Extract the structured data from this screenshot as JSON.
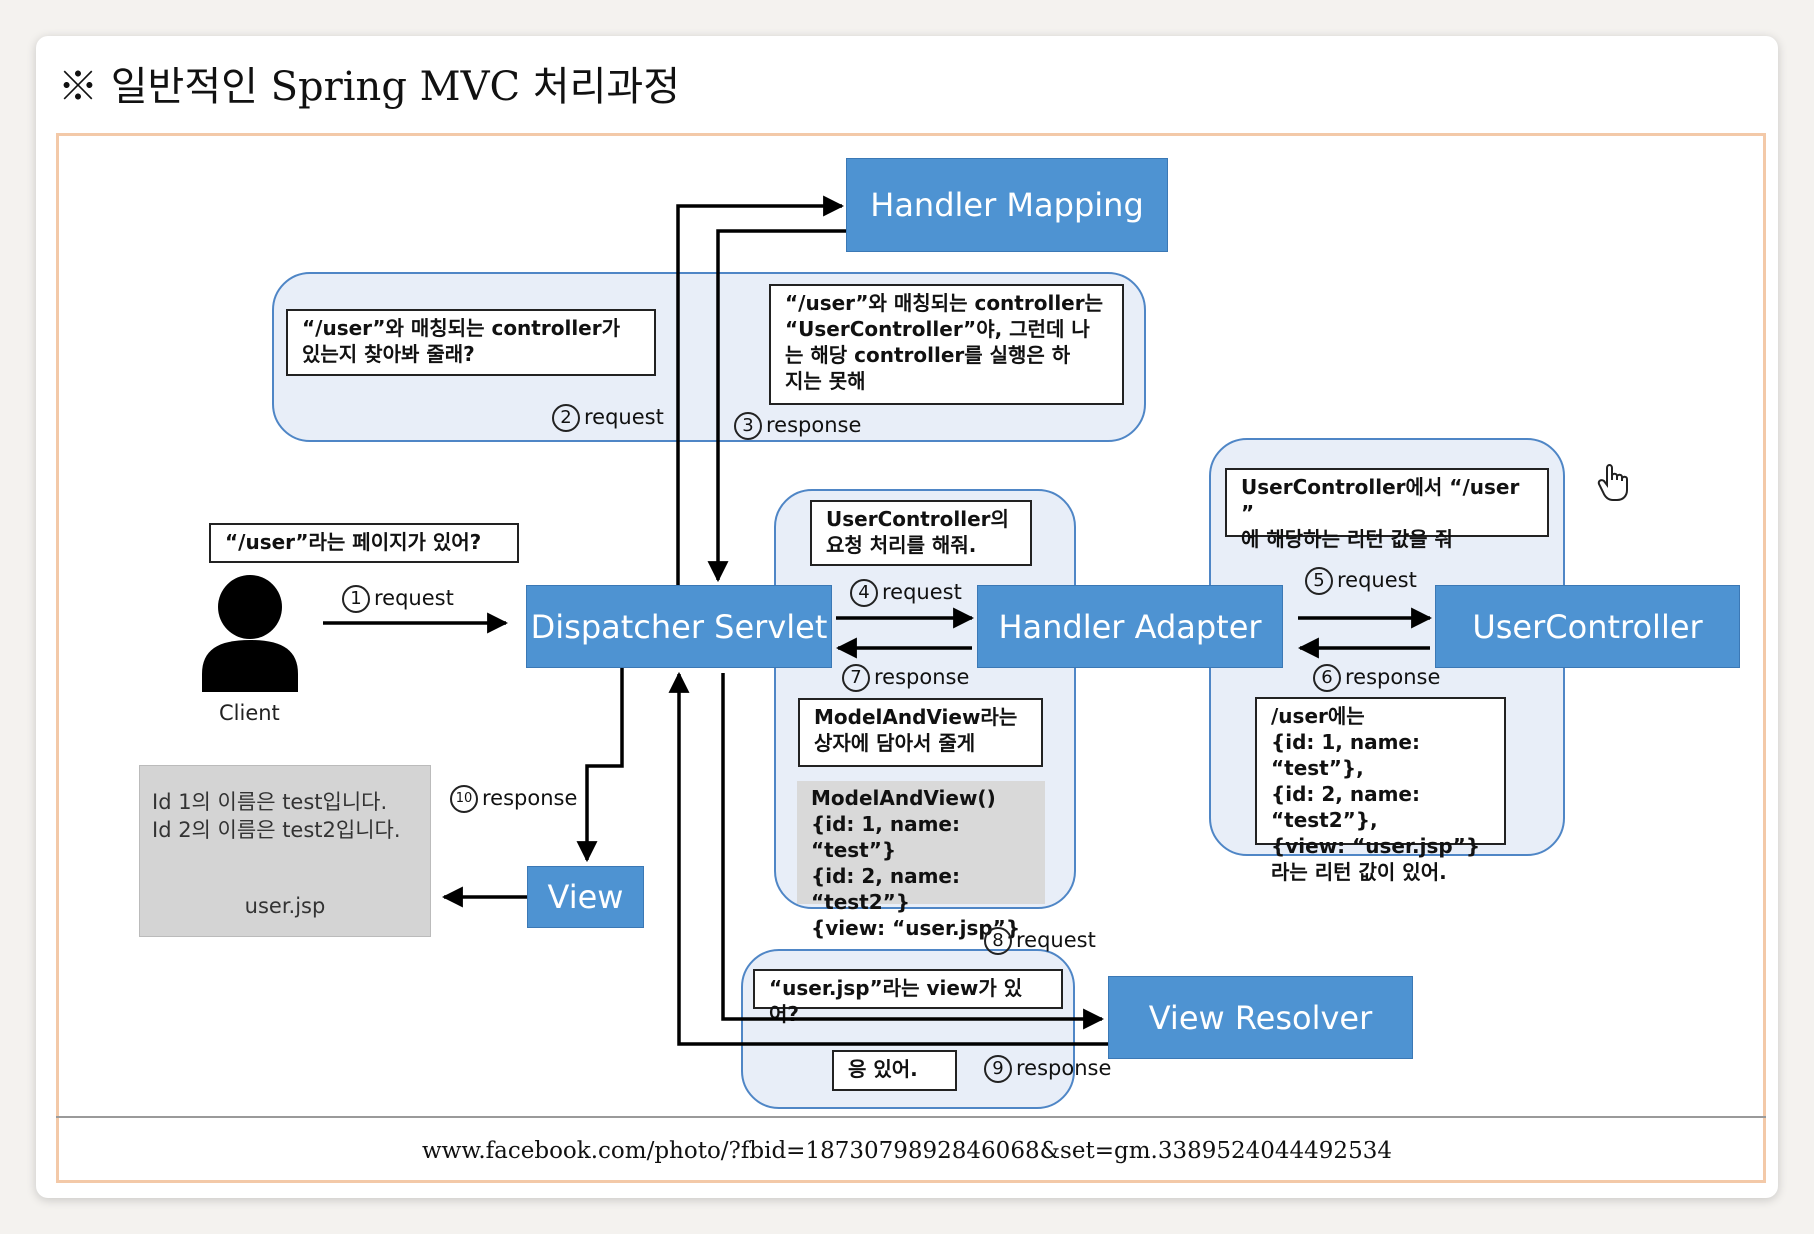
{
  "title": "※ 일반적인 Spring MVC 처리과정",
  "source_url": "www.facebook.com/photo/?fbid=1873079892846068&set=gm.3389524044492534",
  "components": {
    "handler_mapping": "Handler Mapping",
    "dispatcher_servlet": "Dispatcher Servlet",
    "handler_adapter": "Handler Adapter",
    "user_controller": "UserController",
    "view": "View",
    "view_resolver": "View Resolver"
  },
  "client": {
    "label": "Client"
  },
  "notes": {
    "client_question": "“/user”라는 페이지가 있어?",
    "find_controller": "“/user”와 매칭되는 controller가\n있는지 찾아봐 줄래?",
    "mapping_answer": "“/user”와 매칭되는 controller는\n“UserController”야, 그런데 나\n는 해당 controller를 실행은 하\n지는 못해",
    "adapter_request": "UserController의\n요청 처리를 해줘.",
    "controller_request": "UserController에서 “/user ”\n에 해당하는 리턴 값을 줘",
    "controller_answer": "/user에는\n{id: 1, name: “test”},\n{id: 2, name: “test2”},\n{view: “user.jsp”}\n라는 리턴 값이 있어.",
    "model_box": "ModelAndView라는\n상자에 담아서 줄게",
    "model_value": "ModelAndView()\n{id: 1, name: “test”}\n{id: 2, name: “test2”}\n{view: “user.jsp”}",
    "view_question": "“user.jsp”라는 view가 있어?",
    "view_answer": "응 있어."
  },
  "steps": {
    "s1": {
      "num": "1",
      "text": "request"
    },
    "s2": {
      "num": "2",
      "text": "request"
    },
    "s3": {
      "num": "3",
      "text": "response"
    },
    "s4": {
      "num": "4",
      "text": "request"
    },
    "s5": {
      "num": "5",
      "text": "request"
    },
    "s6": {
      "num": "6",
      "text": "response"
    },
    "s7": {
      "num": "7",
      "text": "response"
    },
    "s8": {
      "num": "8",
      "text": "request"
    },
    "s9": {
      "num": "9",
      "text": "response"
    },
    "s10": {
      "num": "10",
      "text": "response"
    }
  },
  "result": {
    "line1": "Id 1의 이름은 test입니다.",
    "line2": "Id 2의 이름은 test2입니다.",
    "file": "user.jsp"
  },
  "colors": {
    "component_fill": "#4e93d2",
    "group_fill": "#e8eef8",
    "group_border": "#4f86c6",
    "frame_border": "#f3c9a8"
  },
  "icons": [
    "client-person-icon",
    "hand-cursor-icon"
  ]
}
